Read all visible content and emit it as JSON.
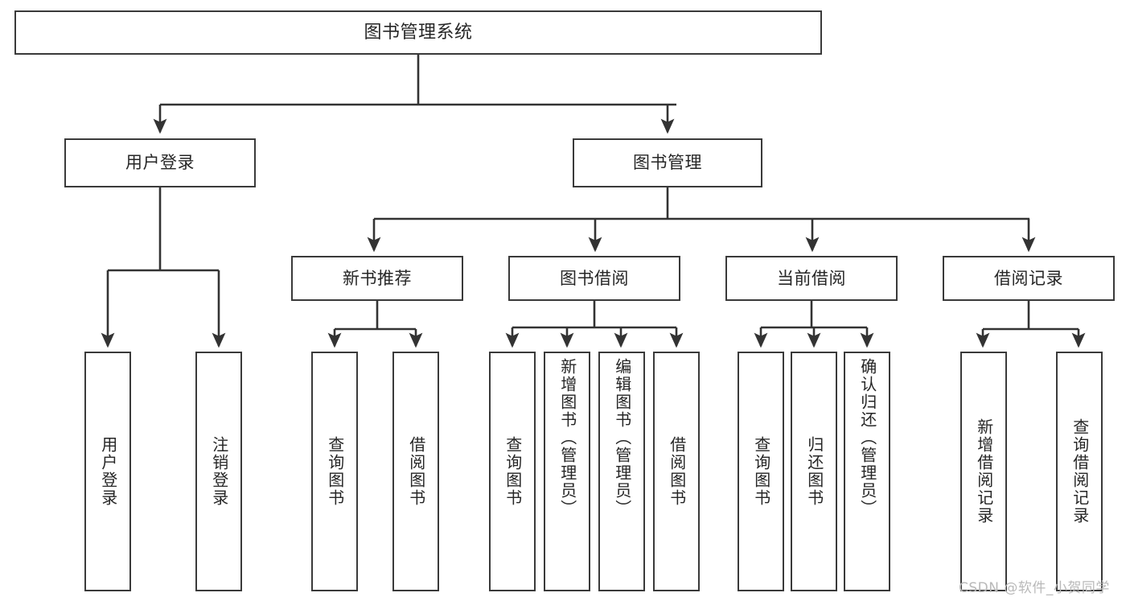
{
  "diagram": {
    "type": "tree",
    "title": "图书管理系统",
    "orientation": "top-down",
    "edge_color": "#333333",
    "node_border_color": "#3a3a3a",
    "node_fill_color": "#ffffff",
    "text_color": "#262626"
  },
  "root": {
    "label": "图书管理系统"
  },
  "level1": [
    {
      "label": "用户登录"
    },
    {
      "label": "图书管理"
    }
  ],
  "level2": [
    {
      "label": "新书推荐"
    },
    {
      "label": "图书借阅"
    },
    {
      "label": "当前借阅"
    },
    {
      "label": "借阅记录"
    }
  ],
  "leaves": {
    "user_login": [
      {
        "label": "用户登录"
      },
      {
        "label": "注销登录"
      }
    ],
    "new_book_recommend": [
      {
        "label": "查询图书"
      },
      {
        "label": "借阅图书"
      }
    ],
    "book_borrow": [
      {
        "label": "查询图书"
      },
      {
        "label": "新增图书（管理员）"
      },
      {
        "label": "编辑图书（管理员）"
      },
      {
        "label": "借阅图书"
      }
    ],
    "current_borrow": [
      {
        "label": "查询图书"
      },
      {
        "label": "归还图书"
      },
      {
        "label": "确认归还（管理员）"
      }
    ],
    "borrow_record": [
      {
        "label": "新增借阅记录"
      },
      {
        "label": "查询借阅记录"
      }
    ]
  },
  "watermark": {
    "text": "CSDN @软件_小贺同学"
  }
}
